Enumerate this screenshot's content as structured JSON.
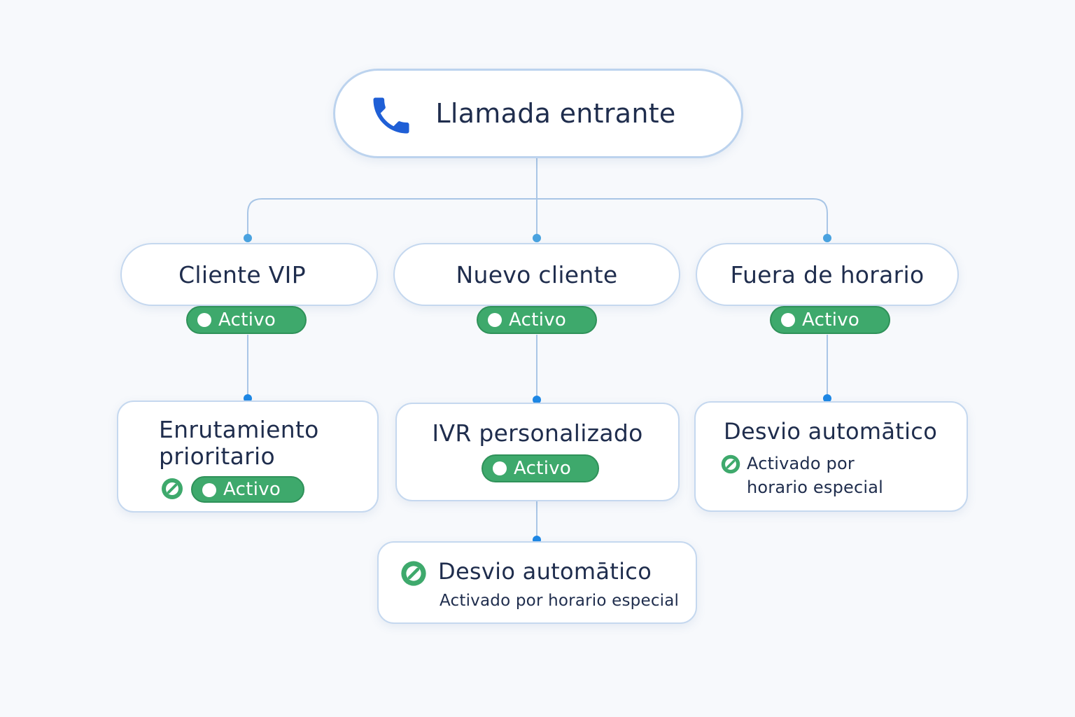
{
  "root": {
    "title": "Llamada entrante",
    "icon": "phone-icon",
    "icon_color": "#1f5fd6"
  },
  "branches": [
    {
      "title": "Cliente VIP",
      "badge": "Activo",
      "child": {
        "title_line1": "Enrutamiento",
        "title_line2": "prioritario",
        "badge": "Activo",
        "icon": "check-circle-icon"
      }
    },
    {
      "title": "Nuevo cliente",
      "badge": "Activo",
      "child": {
        "title": "IVR personalizado",
        "badge": "Activo",
        "grandchild": {
          "title": "Desvio automātico",
          "subtitle": "Activado por horario especial",
          "icon": "check-circle-icon"
        }
      }
    },
    {
      "title": "Fuera de horario",
      "badge": "Activo",
      "child": {
        "title": "Desvio automātico",
        "subtitle_line1": "Activado por",
        "subtitle_line2": "horario especial",
        "icon": "check-circle-icon"
      }
    }
  ],
  "colors": {
    "active_green": "#3ea96c",
    "connector": "#a9c6e6",
    "connector_dot": "#1e88e5",
    "node_border": "#c5d8ef",
    "text": "#1f2d4d"
  }
}
